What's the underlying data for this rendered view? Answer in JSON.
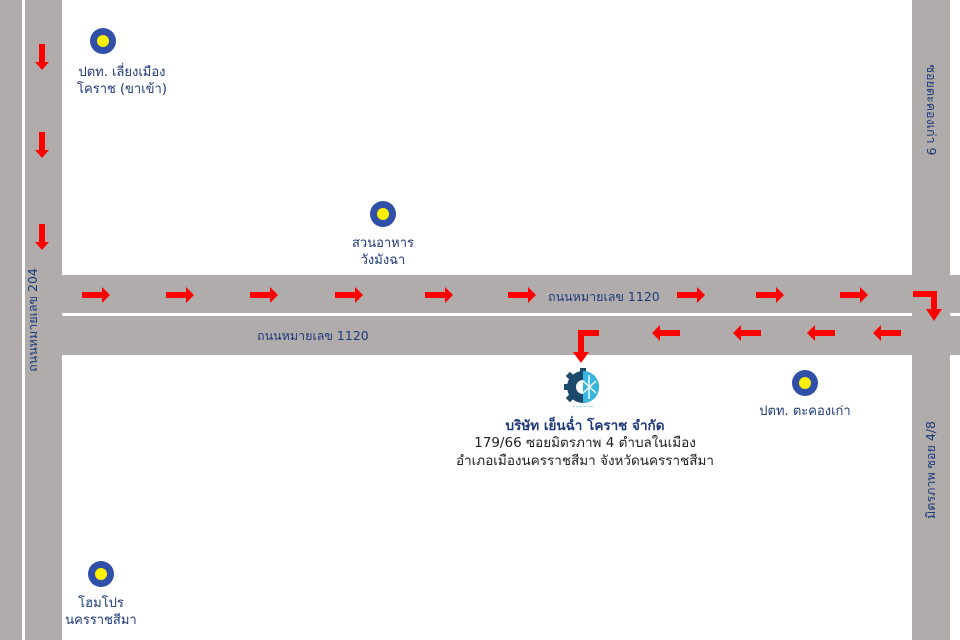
{
  "roads": {
    "left_vertical": {
      "label": "ถนนหมายเลข 204"
    },
    "horizontal_upper": {
      "label": "ถนนหมายเลข 1120"
    },
    "horizontal_lower": {
      "label": "ถนนหมายเลข 1120"
    },
    "right_vertical_upper": {
      "label": "ซอยตะคองเก่า 9"
    },
    "right_vertical_lower": {
      "label": "มิตรภาพ ซอย 4/8"
    }
  },
  "landmarks": [
    {
      "line1": "ปตท. เลี่ยงเมือง",
      "line2": "โคราช (ขาเข้า)",
      "icon": "location-pin-icon"
    },
    {
      "line1": "สวนอาหาร",
      "line2": "วังมังฉา",
      "icon": "location-pin-icon"
    },
    {
      "line1": "ปตท. ตะคองเก่า",
      "line2": "",
      "icon": "location-pin-icon"
    },
    {
      "line1": "โฮมโปร",
      "line2": "นครราชสีมา",
      "icon": "location-pin-icon"
    }
  ],
  "company": {
    "logo": "snowflake-gear-logo",
    "name": "บริษัท เย็นฉ่ำ โคราช จำกัด",
    "address_line1": "179/66 ซอยมิตรภาพ 4 ตำบลในเมือง",
    "address_line2": "อำเภอเมืองนครราชสีมา จังหวัดนครราชสีมา"
  },
  "colors": {
    "road": "#b0acab",
    "arrow": "#ff0000",
    "pin_outer": "#2f4fa8",
    "pin_inner": "#fff000",
    "text": "#1f3a7a"
  }
}
